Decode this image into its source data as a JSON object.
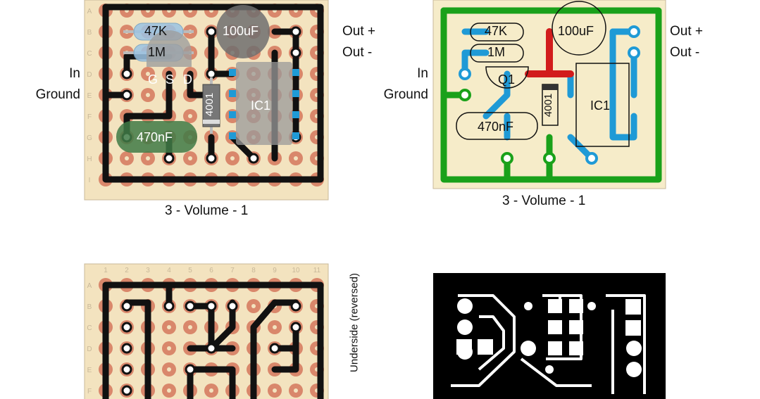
{
  "layouts": {
    "top_left": {
      "rows": [
        "A",
        "B",
        "C",
        "D",
        "E",
        "F",
        "G",
        "H",
        "I"
      ],
      "components": {
        "r1": "47K",
        "r2": "1M",
        "cap_elec": "100uF",
        "cap_film": "470nF",
        "diode": "4001",
        "ic": "IC1",
        "jfet_pins": [
          "G",
          "S",
          "D"
        ]
      },
      "labels": {
        "in": "In",
        "ground": "Ground",
        "out_plus": "Out +",
        "out_minus": "Out -",
        "pot": "3 - Volume - 1"
      }
    },
    "top_right": {
      "components": {
        "r1": "47K",
        "r2": "1M",
        "cap_elec": "100uF",
        "cap_film": "470nF",
        "diode": "4001",
        "ic": "IC1",
        "transistor": "Q1"
      },
      "labels": {
        "in": "In",
        "ground": "Ground",
        "out_plus": "Out +",
        "out_minus": "Out -",
        "pot": "3 - Volume - 1"
      }
    },
    "bottom_left": {
      "columns": [
        "1",
        "2",
        "3",
        "4",
        "5",
        "6",
        "7",
        "8",
        "9",
        "10",
        "11"
      ],
      "rows": [
        "A",
        "B",
        "C",
        "D",
        "E",
        "F"
      ],
      "side_label": "Underside (reversed)"
    }
  },
  "colors": {
    "board": "#f3e3bf",
    "pad": "#d9876b",
    "trace_black": "#111111",
    "trace_green": "#1aa11a",
    "trace_blue": "#1f9ad6",
    "trace_red": "#d21c1c",
    "pcb_black": "#000000"
  }
}
